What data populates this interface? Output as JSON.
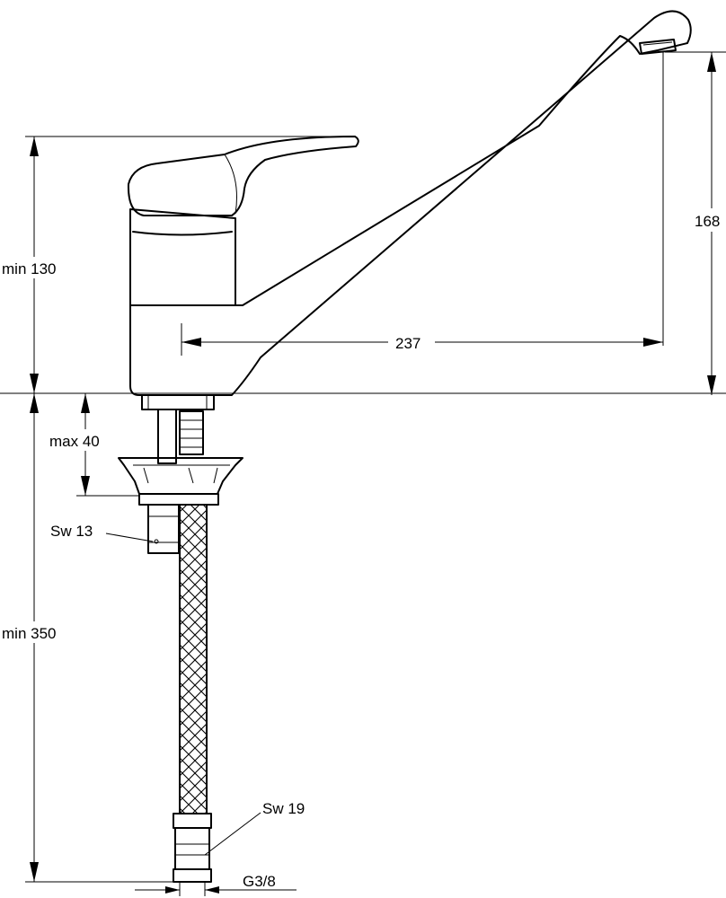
{
  "dimensions": {
    "spout_height": "168",
    "spout_reach": "237",
    "tap_height": "min 130",
    "deck_thickness": "max 40",
    "hose_length": "min 350"
  },
  "callouts": {
    "nut_small": "Sw 13",
    "nut_large": "Sw 19",
    "thread": "G3/8"
  }
}
